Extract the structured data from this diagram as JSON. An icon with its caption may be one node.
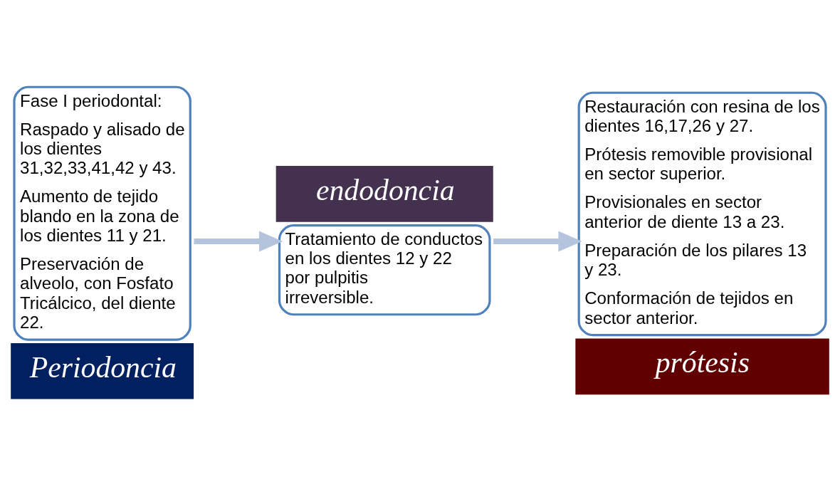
{
  "diagram": {
    "nodes": [
      {
        "text": [
          "Fase I periodontal:",
          "Raspado y alisado de los dientes 31,32,33,41,42 y 43.",
          "Aumento de tejido blando en la zona de los dientes 11 y 21.",
          "Preservación de alveolo, con Fosfato Tricálcico, del diente 22.",
          "Periodoncia"
        ]
      },
      {
        "text": [
          "endodoncia",
          "Tratamiento de conductos en los dientes 12 y 22 por pulpitis irreversible."
        ]
      },
      {
        "text": [
          "Restauración con resina de los dientes 16,17,26 y 27.",
          "Prótesis removible provisional en sector superior.",
          "Provisionales en sector anterior de diente 13 a 23.",
          "Preparación de los pilares 13 y 23.",
          "Conformación de tejidos en sector anterior.",
          "prótesis"
        ]
      }
    ],
    "edges": [
      {
        "from": 0,
        "to": 1,
        "arrow": "to"
      },
      {
        "from": 1,
        "to": 2,
        "arrow": "to"
      }
    ]
  }
}
